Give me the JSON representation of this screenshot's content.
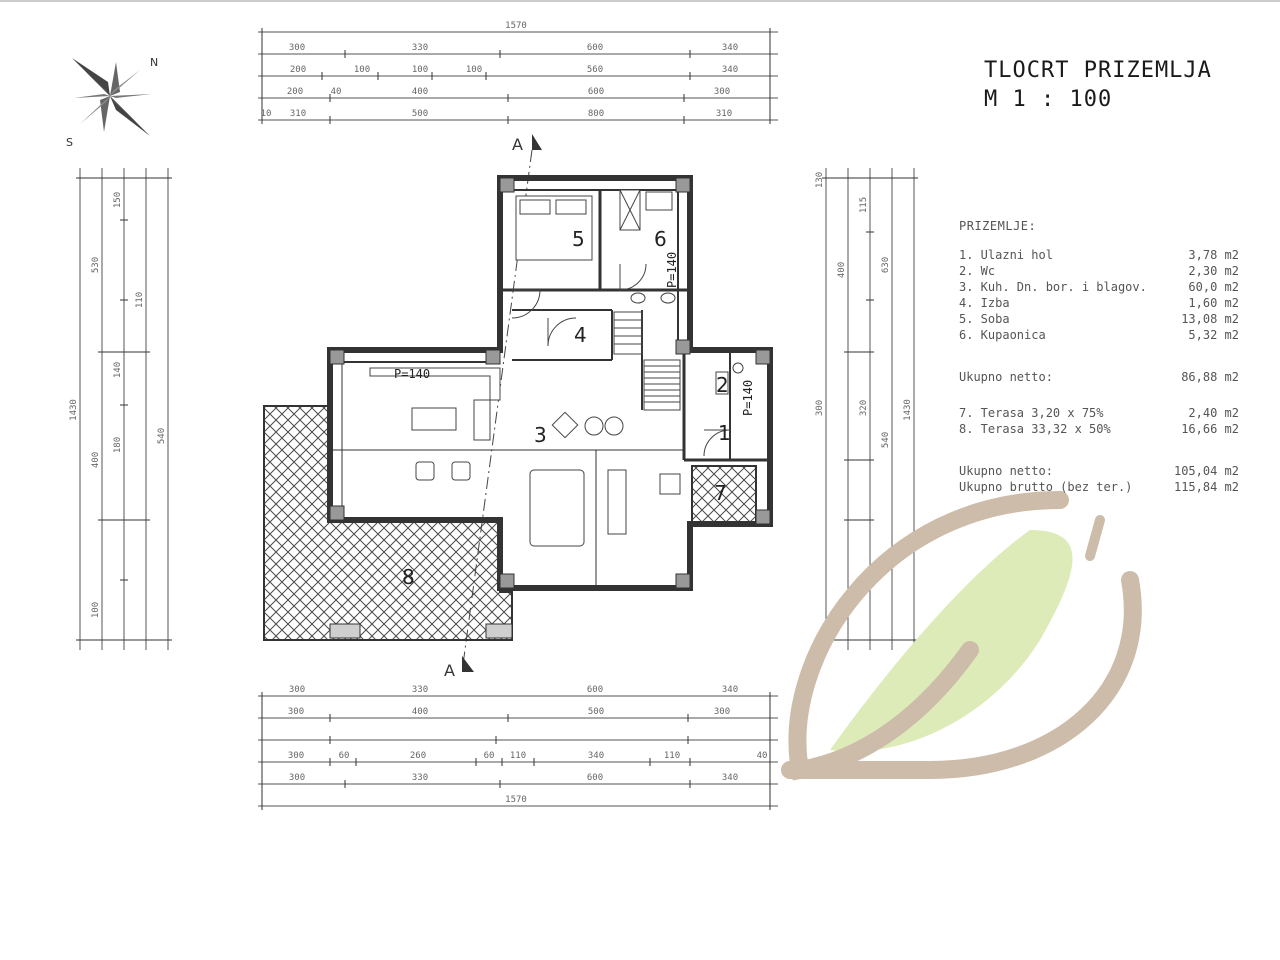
{
  "header": {
    "title": "TLOCRT PRIZEMLJA",
    "scale": "M 1 : 100"
  },
  "compass": {
    "north_label": "N",
    "south_label": "S"
  },
  "section_marks": {
    "top": "A",
    "bottom": "A"
  },
  "rooms": [
    {
      "num": "1"
    },
    {
      "num": "2"
    },
    {
      "num": "3"
    },
    {
      "num": "4"
    },
    {
      "num": "5"
    },
    {
      "num": "6"
    },
    {
      "num": "7"
    },
    {
      "num": "8"
    }
  ],
  "plan_labels": {
    "p_living": "P=140",
    "p_room6": "P=140",
    "p_room2": "P=140"
  },
  "dims_top": {
    "total": "1570",
    "row1": [
      "300",
      "330",
      "600",
      "340"
    ],
    "row2": [
      "200",
      "100",
      "100",
      "100",
      "560",
      "340"
    ],
    "row3": [
      "200",
      "40",
      "400",
      "600",
      "300"
    ],
    "row4": [
      "10",
      "310",
      "500",
      "800",
      "310"
    ]
  },
  "dims_bottom": {
    "total": "1570",
    "row1": [
      "300",
      "330",
      "600",
      "340"
    ],
    "row2": [
      "300",
      "400",
      "500",
      "300"
    ],
    "row3": [
      "300",
      "60",
      "260",
      "60",
      "110",
      "340",
      "110",
      "40"
    ],
    "row4": [
      "300",
      "330",
      "600",
      "340"
    ]
  },
  "dims_left": [
    "1430",
    "530",
    "400",
    "540",
    "150",
    "140",
    "180",
    "110",
    "100"
  ],
  "dims_right": [
    "1430",
    "630",
    "540",
    "400",
    "300",
    "320",
    "130",
    "115"
  ],
  "legend": {
    "heading": "PRIZEMLJE:",
    "rooms": [
      {
        "name": "1. Ulazni hol",
        "area": "3,78 m2"
      },
      {
        "name": "2. Wc",
        "area": "2,30 m2"
      },
      {
        "name": "3. Kuh. Dn. bor. i blagov.",
        "area": "60,0 m2"
      },
      {
        "name": "4. Izba",
        "area": "1,60 m2"
      },
      {
        "name": "5. Soba",
        "area": "13,08 m2"
      },
      {
        "name": "6. Kupaonica",
        "area": "5,32 m2"
      }
    ],
    "net_label": "Ukupno netto:",
    "net_value": "86,88 m2",
    "terraces": [
      {
        "name": "7. Terasa  3,20 x 75%",
        "area": "2,40 m2"
      },
      {
        "name": "8. Terasa 33,32 x 50%",
        "area": "16,66 m2"
      }
    ],
    "total_net_label": "Ukupno netto:",
    "total_net_value": "105,04 m2",
    "total_gross_label": "Ukupno brutto (bez ter.)",
    "total_gross_value": "115,84 m2"
  },
  "colors": {
    "logo_ring": "#cdbcaa",
    "logo_leaf": "#ddebb8",
    "wall": "#3a3a3a",
    "line": "#555555"
  }
}
